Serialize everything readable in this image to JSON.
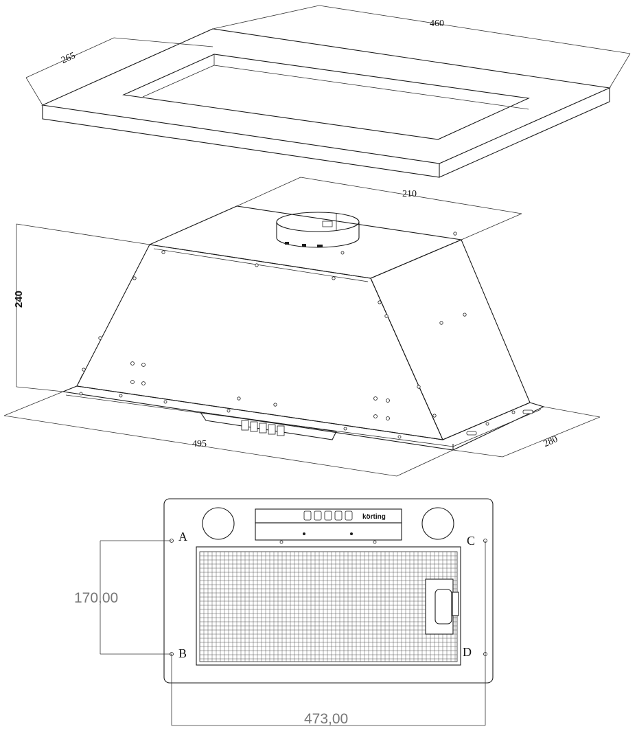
{
  "frame_view": {
    "dims": {
      "width": "460",
      "depth": "265"
    }
  },
  "hood_view": {
    "dims": {
      "top_width": "210",
      "height": "240",
      "width": "495",
      "depth": "280"
    }
  },
  "bottom_view": {
    "brand": "körting",
    "dims": {
      "mount_spacing": "170,00",
      "width": "473,00"
    },
    "points": {
      "a": "A",
      "b": "B",
      "c": "C",
      "d": "D"
    }
  }
}
